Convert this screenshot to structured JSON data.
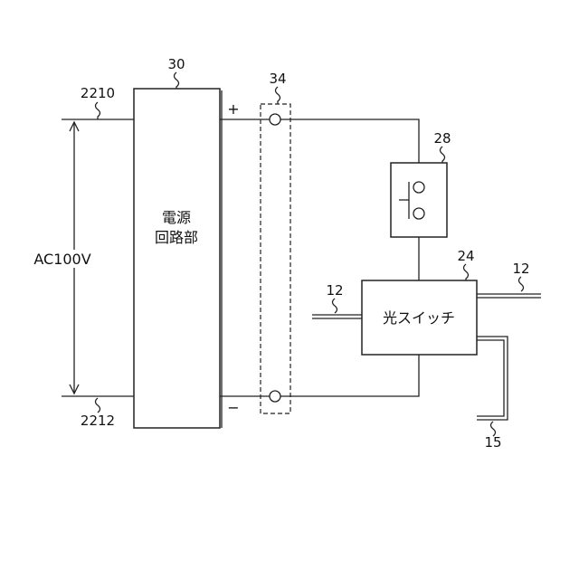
{
  "labels": {
    "input_line_top": "2210",
    "input_line_bottom": "2212",
    "voltage": "AC100V",
    "power_supply_ref": "30",
    "power_supply_line1": "電源",
    "power_supply_line2": "回路部",
    "terminal_block_ref": "34",
    "plus": "+",
    "minus": "−",
    "switch_ref": "28",
    "optical_switch_ref": "24",
    "optical_switch": "光スイッチ",
    "fiber_left": "12",
    "fiber_right": "12",
    "fiber_bottom": "15"
  }
}
